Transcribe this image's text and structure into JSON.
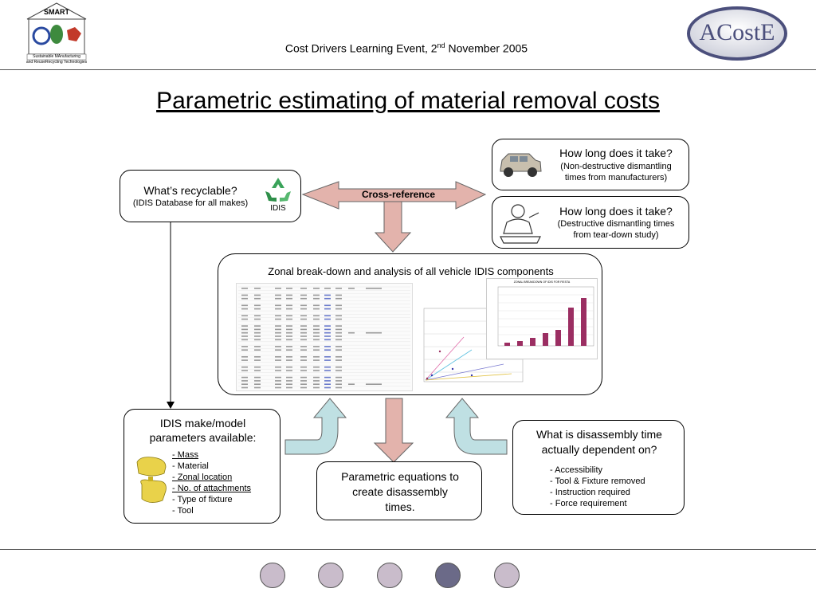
{
  "header": {
    "left_logo": {
      "top_text": "SMART",
      "line1": "Sustainable MAnufacturing",
      "line2": "and ReuseRecycling Technologies"
    },
    "title_main": "Cost Drivers Learning Event, 2",
    "title_sup": "nd",
    "title_rest": " November 2005",
    "right_logo_text": "ACostE"
  },
  "slide_title": "Parametric estimating of material removal costs",
  "recyclable_box": {
    "title": "What’s recyclable?",
    "subtitle": "(IDIS Database for all makes)",
    "icon_label": "IDIS"
  },
  "cross_reference_label": "Cross-reference",
  "nd_box": {
    "title": "How long does it take?",
    "line1": "(Non-destructive dismantling",
    "line2": "times from manufacturers)"
  },
  "d_box": {
    "title": "How long does it take?",
    "line1": "(Destructive dismantling times",
    "line2": "from tear-down study)"
  },
  "zonal_box": {
    "title": "Zonal break-down and analysis of all vehicle IDIS components",
    "mini_bar_title": "ZONAL BREAKDOWN OF IDIS FOR FIESTA"
  },
  "params_box": {
    "title_line1": "IDIS make/model",
    "title_line2": "parameters available:",
    "items": [
      "- Mass",
      "- Material",
      "- Zonal location",
      "- No. of attachments",
      "- Type of fixture",
      "- Tool"
    ]
  },
  "equations_box": {
    "line1": "Parametric equations to",
    "line2": "create disassembly",
    "line3": "times."
  },
  "dependency_box": {
    "title_line1": "What is disassembly time",
    "title_line2": "actually dependent on?",
    "items": [
      "- Accessibility",
      "- Tool & Fixture removed",
      "- Instruction required",
      "- Force requirement"
    ]
  },
  "colors": {
    "arrow_pink": "#e3b3ac",
    "arrow_blue": "#bfe0e3",
    "dot_light": "#c9bccb",
    "dot_dark": "#6b6a88",
    "bar": "#9b2e62"
  }
}
